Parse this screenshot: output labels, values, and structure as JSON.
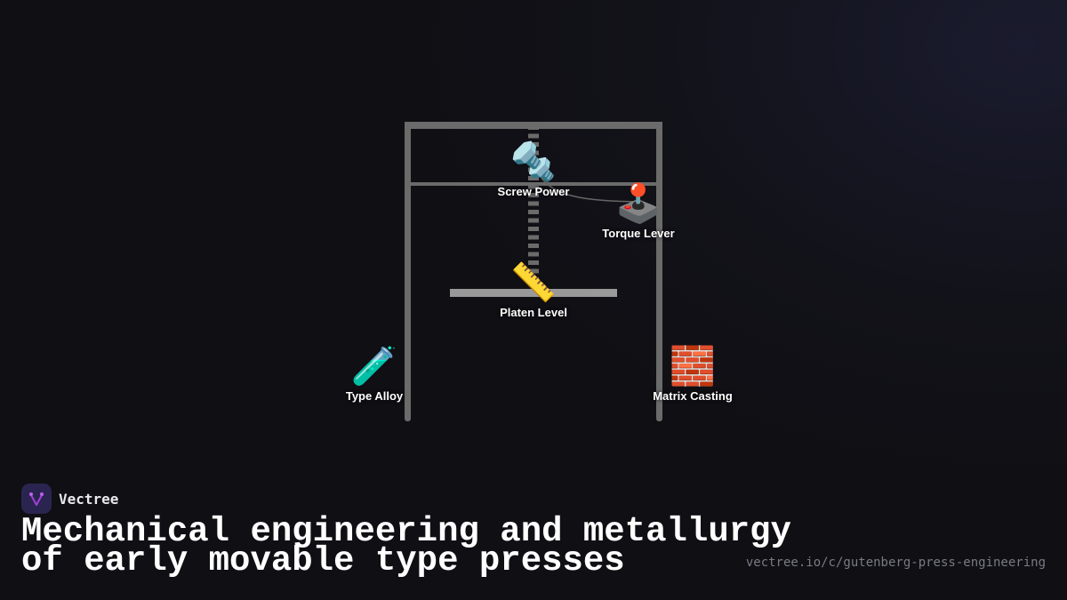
{
  "brand": {
    "name": "Vectree",
    "logo_icon": "vectree-branch-logo",
    "accent": "#a13fd8"
  },
  "title": {
    "line1": "Mechanical engineering and metallurgy",
    "line2": "of early movable type presses"
  },
  "url": "vectree.io/c/gutenberg-press-engineering",
  "nodes": [
    {
      "id": "screw",
      "emoji": "🔩",
      "icon": "nut-and-bolt-icon",
      "label": "Screw Power"
    },
    {
      "id": "lever",
      "emoji": "🕹️",
      "icon": "joystick-icon",
      "label": "Torque Lever"
    },
    {
      "id": "platen",
      "emoji": "📏",
      "icon": "ruler-icon",
      "label": "Platen Level"
    },
    {
      "id": "alloy",
      "emoji": "🧪",
      "icon": "test-tube-icon",
      "label": "Type Alloy"
    },
    {
      "id": "matrix",
      "emoji": "🧱",
      "icon": "brick-icon",
      "label": "Matrix Casting"
    }
  ],
  "connections": [
    {
      "from": "Torque Lever",
      "to": "Screw Power"
    }
  ]
}
